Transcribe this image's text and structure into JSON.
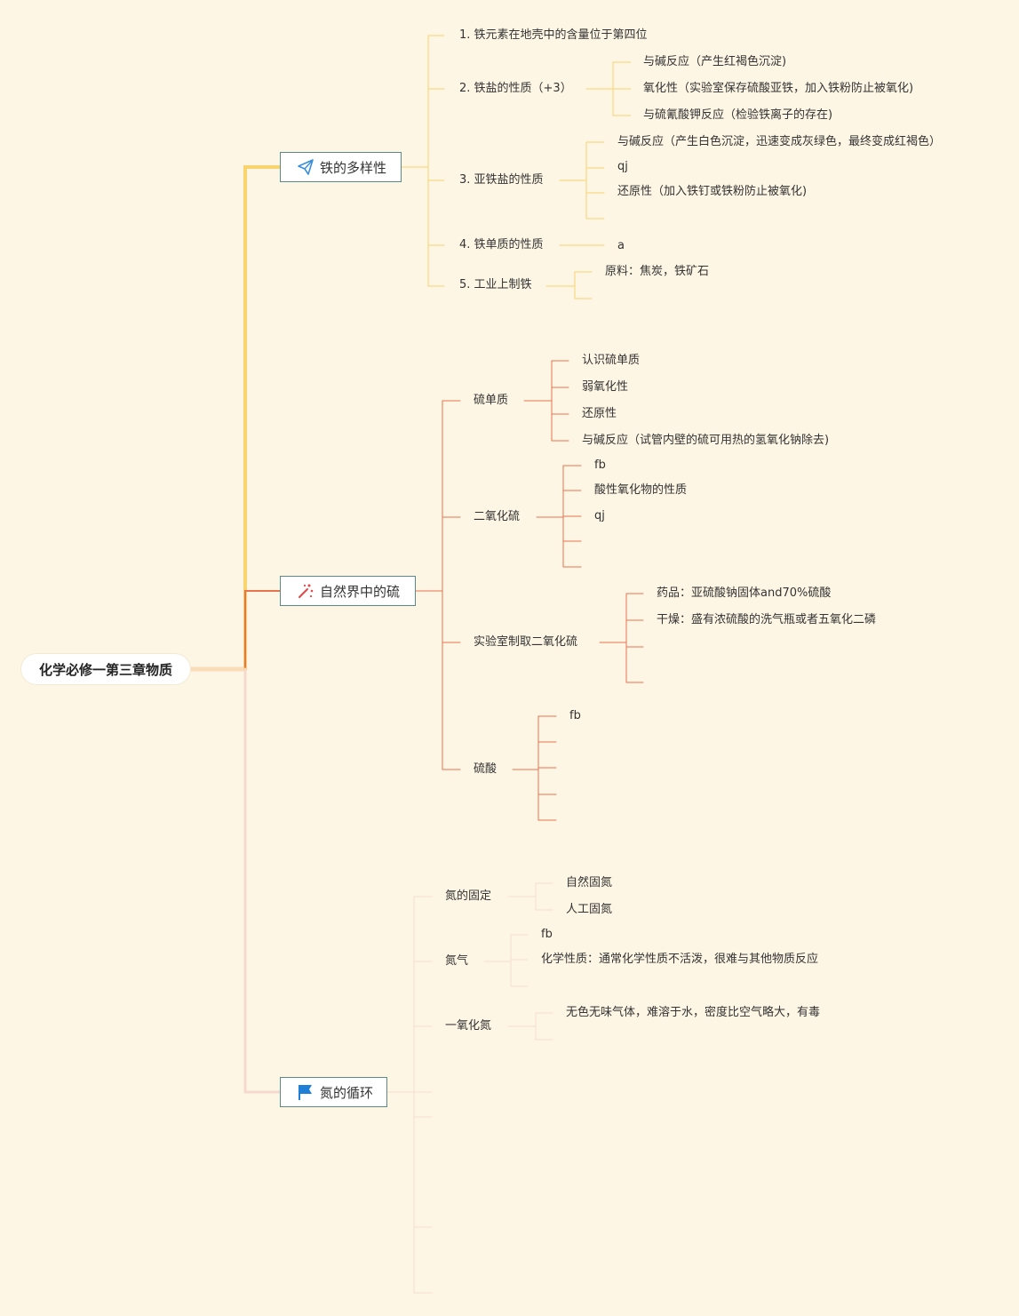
{
  "root": "化学必修一第三章物质",
  "branches": [
    {
      "title": "铁的多样性",
      "icon": "paper-plane-icon",
      "color": "#f8d36e",
      "items": [
        {
          "label": "1. 铁元素在地壳中的含量位于第四位"
        },
        {
          "label": "2. 铁盐的性质（+3）",
          "children": [
            "与碱反应（产生红褐色沉淀)",
            "氧化性（实验室保存硫酸亚铁，加入铁粉防止被氧化)",
            "与硫氰酸钾反应（检验铁离子的存在)"
          ]
        },
        {
          "label": "3. 亚铁盐的性质",
          "children": [
            "与碱反应（产生白色沉淀，迅速变成灰绿色，最终变成红褐色）",
            "qj",
            "还原性（加入铁钉或铁粉防止被氧化)"
          ]
        },
        {
          "label": "4. 铁单质的性质",
          "children": [
            "a"
          ]
        },
        {
          "label": "5. 工业上制铁",
          "children": [
            "原料：焦炭，铁矿石"
          ]
        }
      ]
    },
    {
      "title": "自然界中的硫",
      "icon": "sparkle-icon",
      "color": "#e8734f",
      "items": [
        {
          "label": "硫单质",
          "children": [
            "认识硫单质",
            "弱氧化性",
            "还原性",
            "与碱反应（试管内壁的硫可用热的氢氧化钠除去)"
          ]
        },
        {
          "label": "二氧化硫",
          "children": [
            "fb",
            "酸性氧化物的性质",
            "qj"
          ]
        },
        {
          "label": "实验室制取二氧化硫",
          "children": [
            "药品：亚硫酸钠固体and70%硫酸",
            "干燥：盛有浓硫酸的洗气瓶或者五氧化二磷"
          ]
        },
        {
          "label": "硫酸",
          "children": [
            "fb"
          ]
        }
      ]
    },
    {
      "title": "氮的循环",
      "icon": "flag-icon",
      "color": "#f5d9cf",
      "items": [
        {
          "label": "氮的固定",
          "children": [
            "自然固氮",
            "人工固氮"
          ]
        },
        {
          "label": "氮气",
          "children": [
            "fb",
            "化学性质：通常化学性质不活泼，很难与其他物质反应"
          ]
        },
        {
          "label": "一氧化氮",
          "children": [
            "无色无味气体，难溶于水，密度比空气略大，有毒"
          ]
        }
      ]
    }
  ]
}
